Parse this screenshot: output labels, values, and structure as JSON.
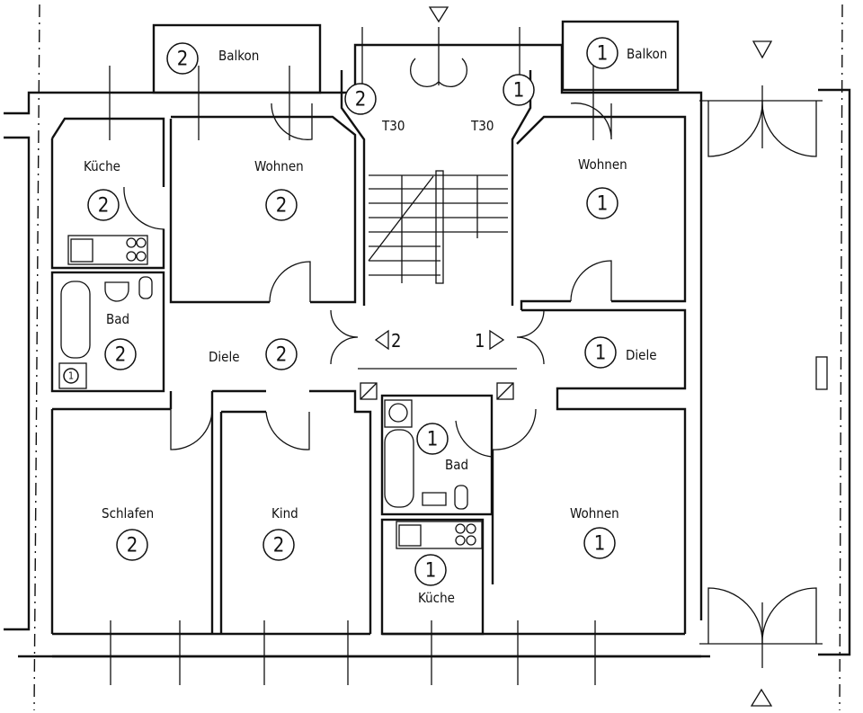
{
  "plan": {
    "rooms": [
      {
        "id": "balkon-2",
        "label": "Balkon",
        "unit": "2"
      },
      {
        "id": "kueche-2",
        "label": "Küche",
        "unit": "2"
      },
      {
        "id": "wohnen-2",
        "label": "Wohnen",
        "unit": "2"
      },
      {
        "id": "bad-2",
        "label": "Bad",
        "unit": "2"
      },
      {
        "id": "diele-2",
        "label": "Diele",
        "unit": "2"
      },
      {
        "id": "schlafen-2",
        "label": "Schlafen",
        "unit": "2"
      },
      {
        "id": "kind-2",
        "label": "Kind",
        "unit": "2"
      },
      {
        "id": "balkon-1",
        "label": "Balkon",
        "unit": "1"
      },
      {
        "id": "wohnen-1a",
        "label": "Wohnen",
        "unit": "1"
      },
      {
        "id": "diele-1",
        "label": "Diele",
        "unit": "1"
      },
      {
        "id": "bad-1",
        "label": "Bad",
        "unit": "1"
      },
      {
        "id": "kueche-1",
        "label": "Küche",
        "unit": "1"
      },
      {
        "id": "wohnen-1b",
        "label": "Wohnen",
        "unit": "1"
      }
    ],
    "doors": {
      "fire_door_left": "T30",
      "fire_door_right": "T30"
    },
    "stair_markers": {
      "left": "2",
      "right": "1"
    },
    "shaft_markers": {
      "left": "2",
      "right": "1"
    },
    "wc_marker": "1"
  }
}
